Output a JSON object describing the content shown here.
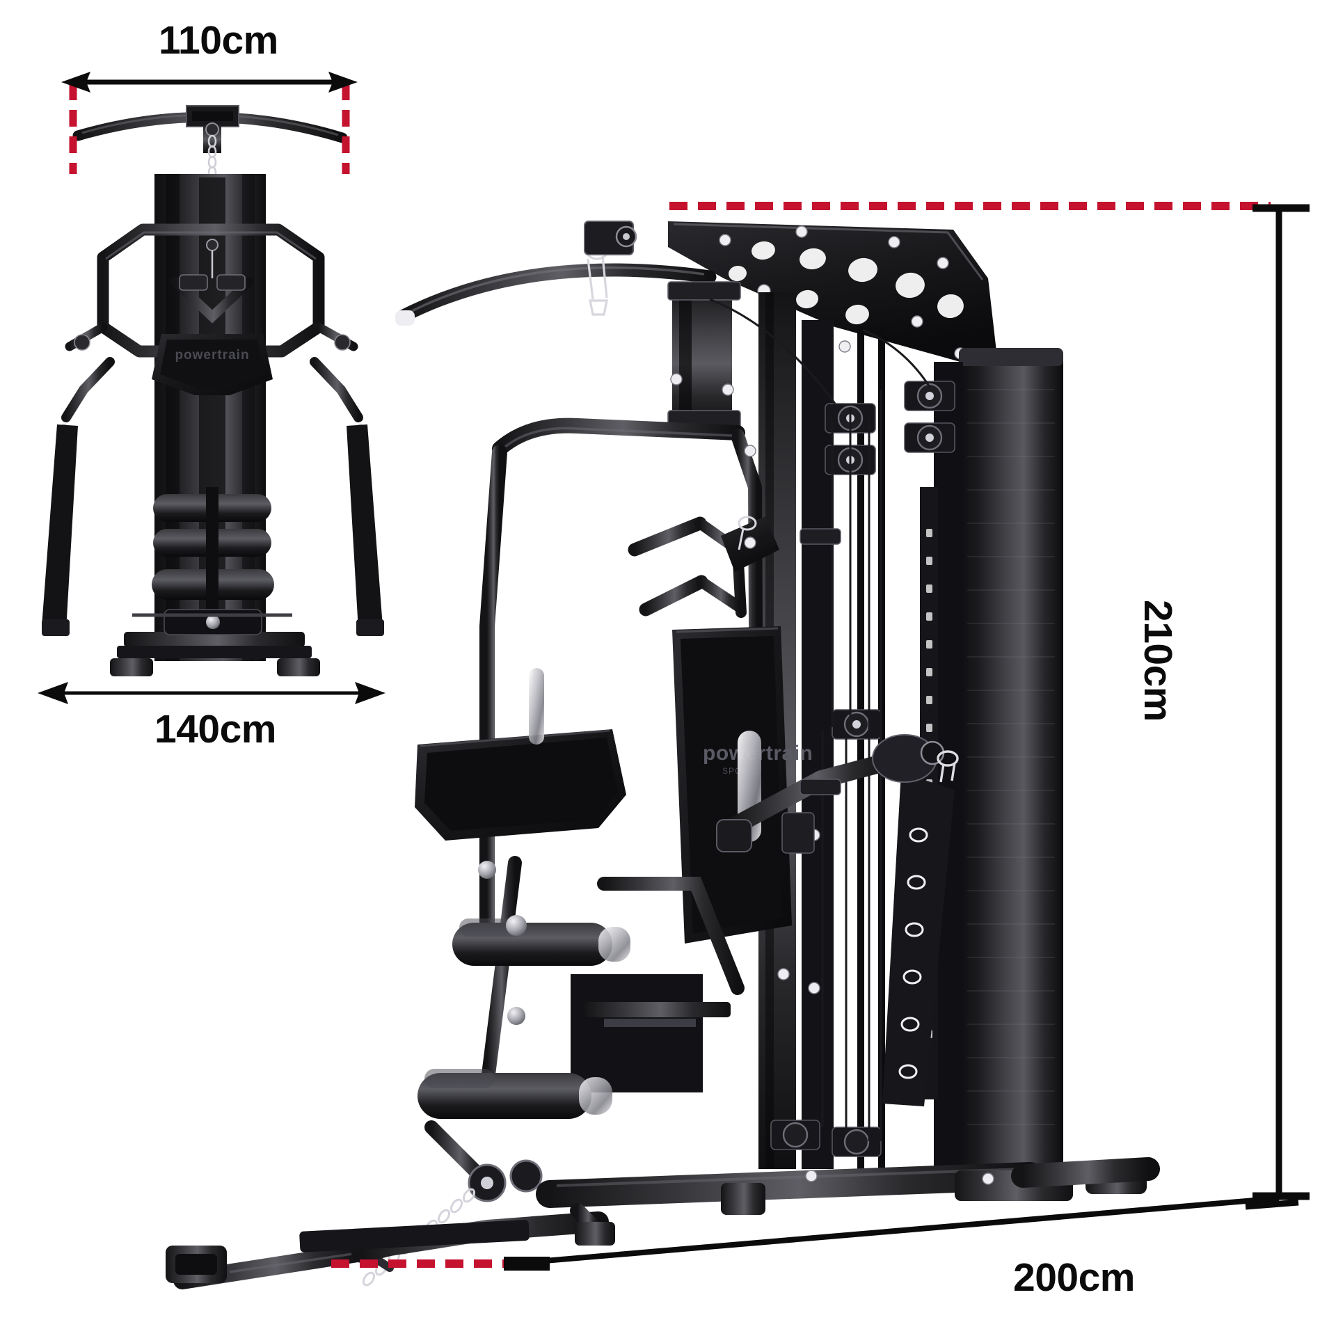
{
  "product": {
    "brand_logo_text": "powertrain",
    "type": "home-gym-multi-station",
    "views": [
      "top-view",
      "side-view"
    ]
  },
  "dimensions": {
    "width_top_view": "110cm",
    "depth_top_view": "140cm",
    "height_side_view": "210cm",
    "depth_side_view": "200cm"
  },
  "labels": {
    "width": "110cm",
    "depth_top": "140cm",
    "height": "210cm",
    "depth_side": "200cm"
  },
  "colors": {
    "background": "#ffffff",
    "guide_red": "#C4122F",
    "measure_black": "#0b0b0b",
    "product_dark": "#1c1c1e",
    "product_mid": "#3a3a3d",
    "product_light": "#6e6e72",
    "chrome": "#d8d8dc"
  },
  "annotations": {
    "top_arrow": {
      "label": "110cm",
      "direction": "double",
      "orientation": "horizontal"
    },
    "bottom_arrow": {
      "label": "140cm",
      "direction": "double",
      "orientation": "horizontal"
    },
    "right_line": {
      "label": "210cm",
      "orientation": "vertical",
      "caps": "T-caps"
    },
    "diagonal_line": {
      "label": "200cm",
      "orientation": "diagonal"
    }
  }
}
